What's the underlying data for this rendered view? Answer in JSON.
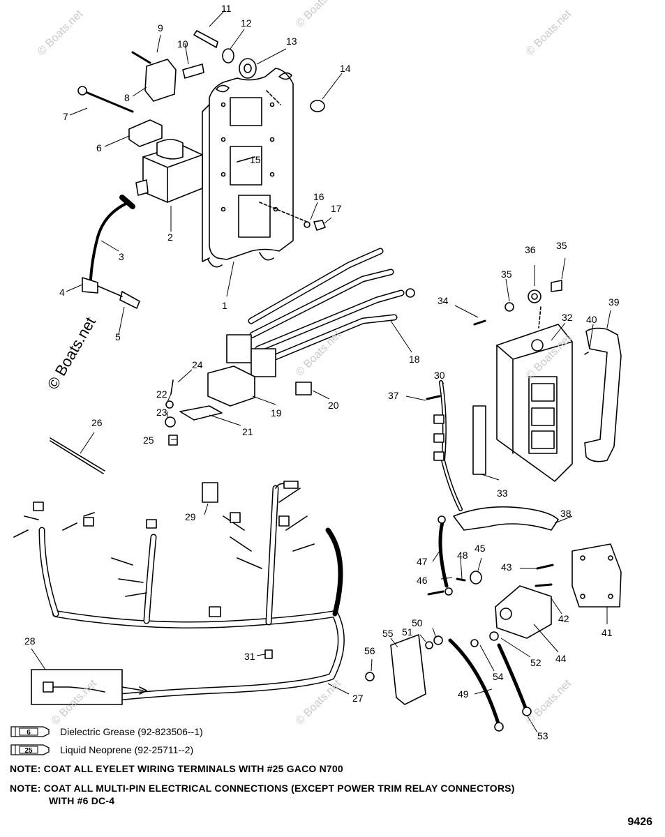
{
  "figure_id": "9426",
  "watermark_text": "© Boats.net",
  "callouts": [
    "1",
    "2",
    "3",
    "4",
    "5",
    "6",
    "7",
    "8",
    "9",
    "10",
    "11",
    "12",
    "13",
    "14",
    "15",
    "16",
    "17",
    "18",
    "19",
    "20",
    "21",
    "22",
    "23",
    "24",
    "25",
    "26",
    "27",
    "28",
    "29",
    "30",
    "31",
    "32",
    "33",
    "34",
    "35",
    "35",
    "36",
    "37",
    "38",
    "39",
    "40",
    "41",
    "42",
    "43",
    "44",
    "45",
    "46",
    "47",
    "48",
    "49",
    "50",
    "51",
    "52",
    "53",
    "54",
    "55",
    "56"
  ],
  "legend": [
    {
      "badge": "6",
      "text": "Dielectric Grease (92-823506--1)"
    },
    {
      "badge": "25",
      "text": "Liquid Neoprene (92-25711--2)"
    }
  ],
  "notes": [
    "NOTE: COAT ALL EYELET WIRING TERMINALS WITH #25 GACO N700",
    "NOTE: COAT ALL MULTI-PIN ELECTRICAL CONNECTIONS (EXCEPT POWER TRIM RELAY CONNECTORS)",
    "WITH #6 DC-4"
  ],
  "colors": {
    "line": "#000000",
    "watermark": "#c9c9c9",
    "background": "#ffffff"
  }
}
